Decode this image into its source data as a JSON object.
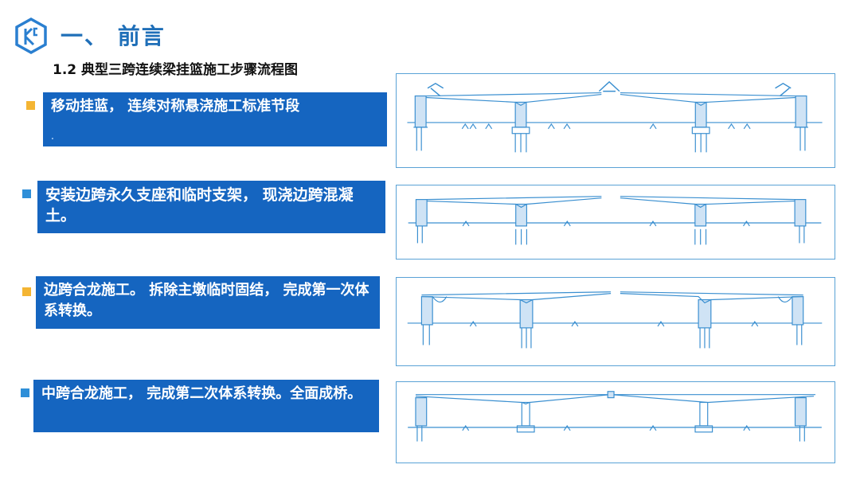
{
  "header": {
    "title": "一、 前言",
    "subtitle": "1.2 典型三跨连续梁挂篮施工步骤流程图"
  },
  "colors": {
    "accent": "#1f6fb8",
    "step_box": "#1565c0",
    "bullet_orange": "#f4b533",
    "bullet_blue": "#2f8fd8",
    "drawing_line": "#3a8fd0"
  },
  "steps": [
    {
      "text": "移动挂蓝， 连续对称悬浇施工标准节段",
      "note": ".",
      "bullet": "orange"
    },
    {
      "text": "安装边跨永久支座和临时支架， 现浇边跨混凝土。",
      "bullet": "blue"
    },
    {
      "text": "边跨合龙施工。 拆除主墩临时固结， 完成第一次体系转换。",
      "bullet": "orange"
    },
    {
      "text": "中跨合龙施工， 完成第二次体系转换。全面成桥。",
      "bullet": "blue"
    }
  ]
}
